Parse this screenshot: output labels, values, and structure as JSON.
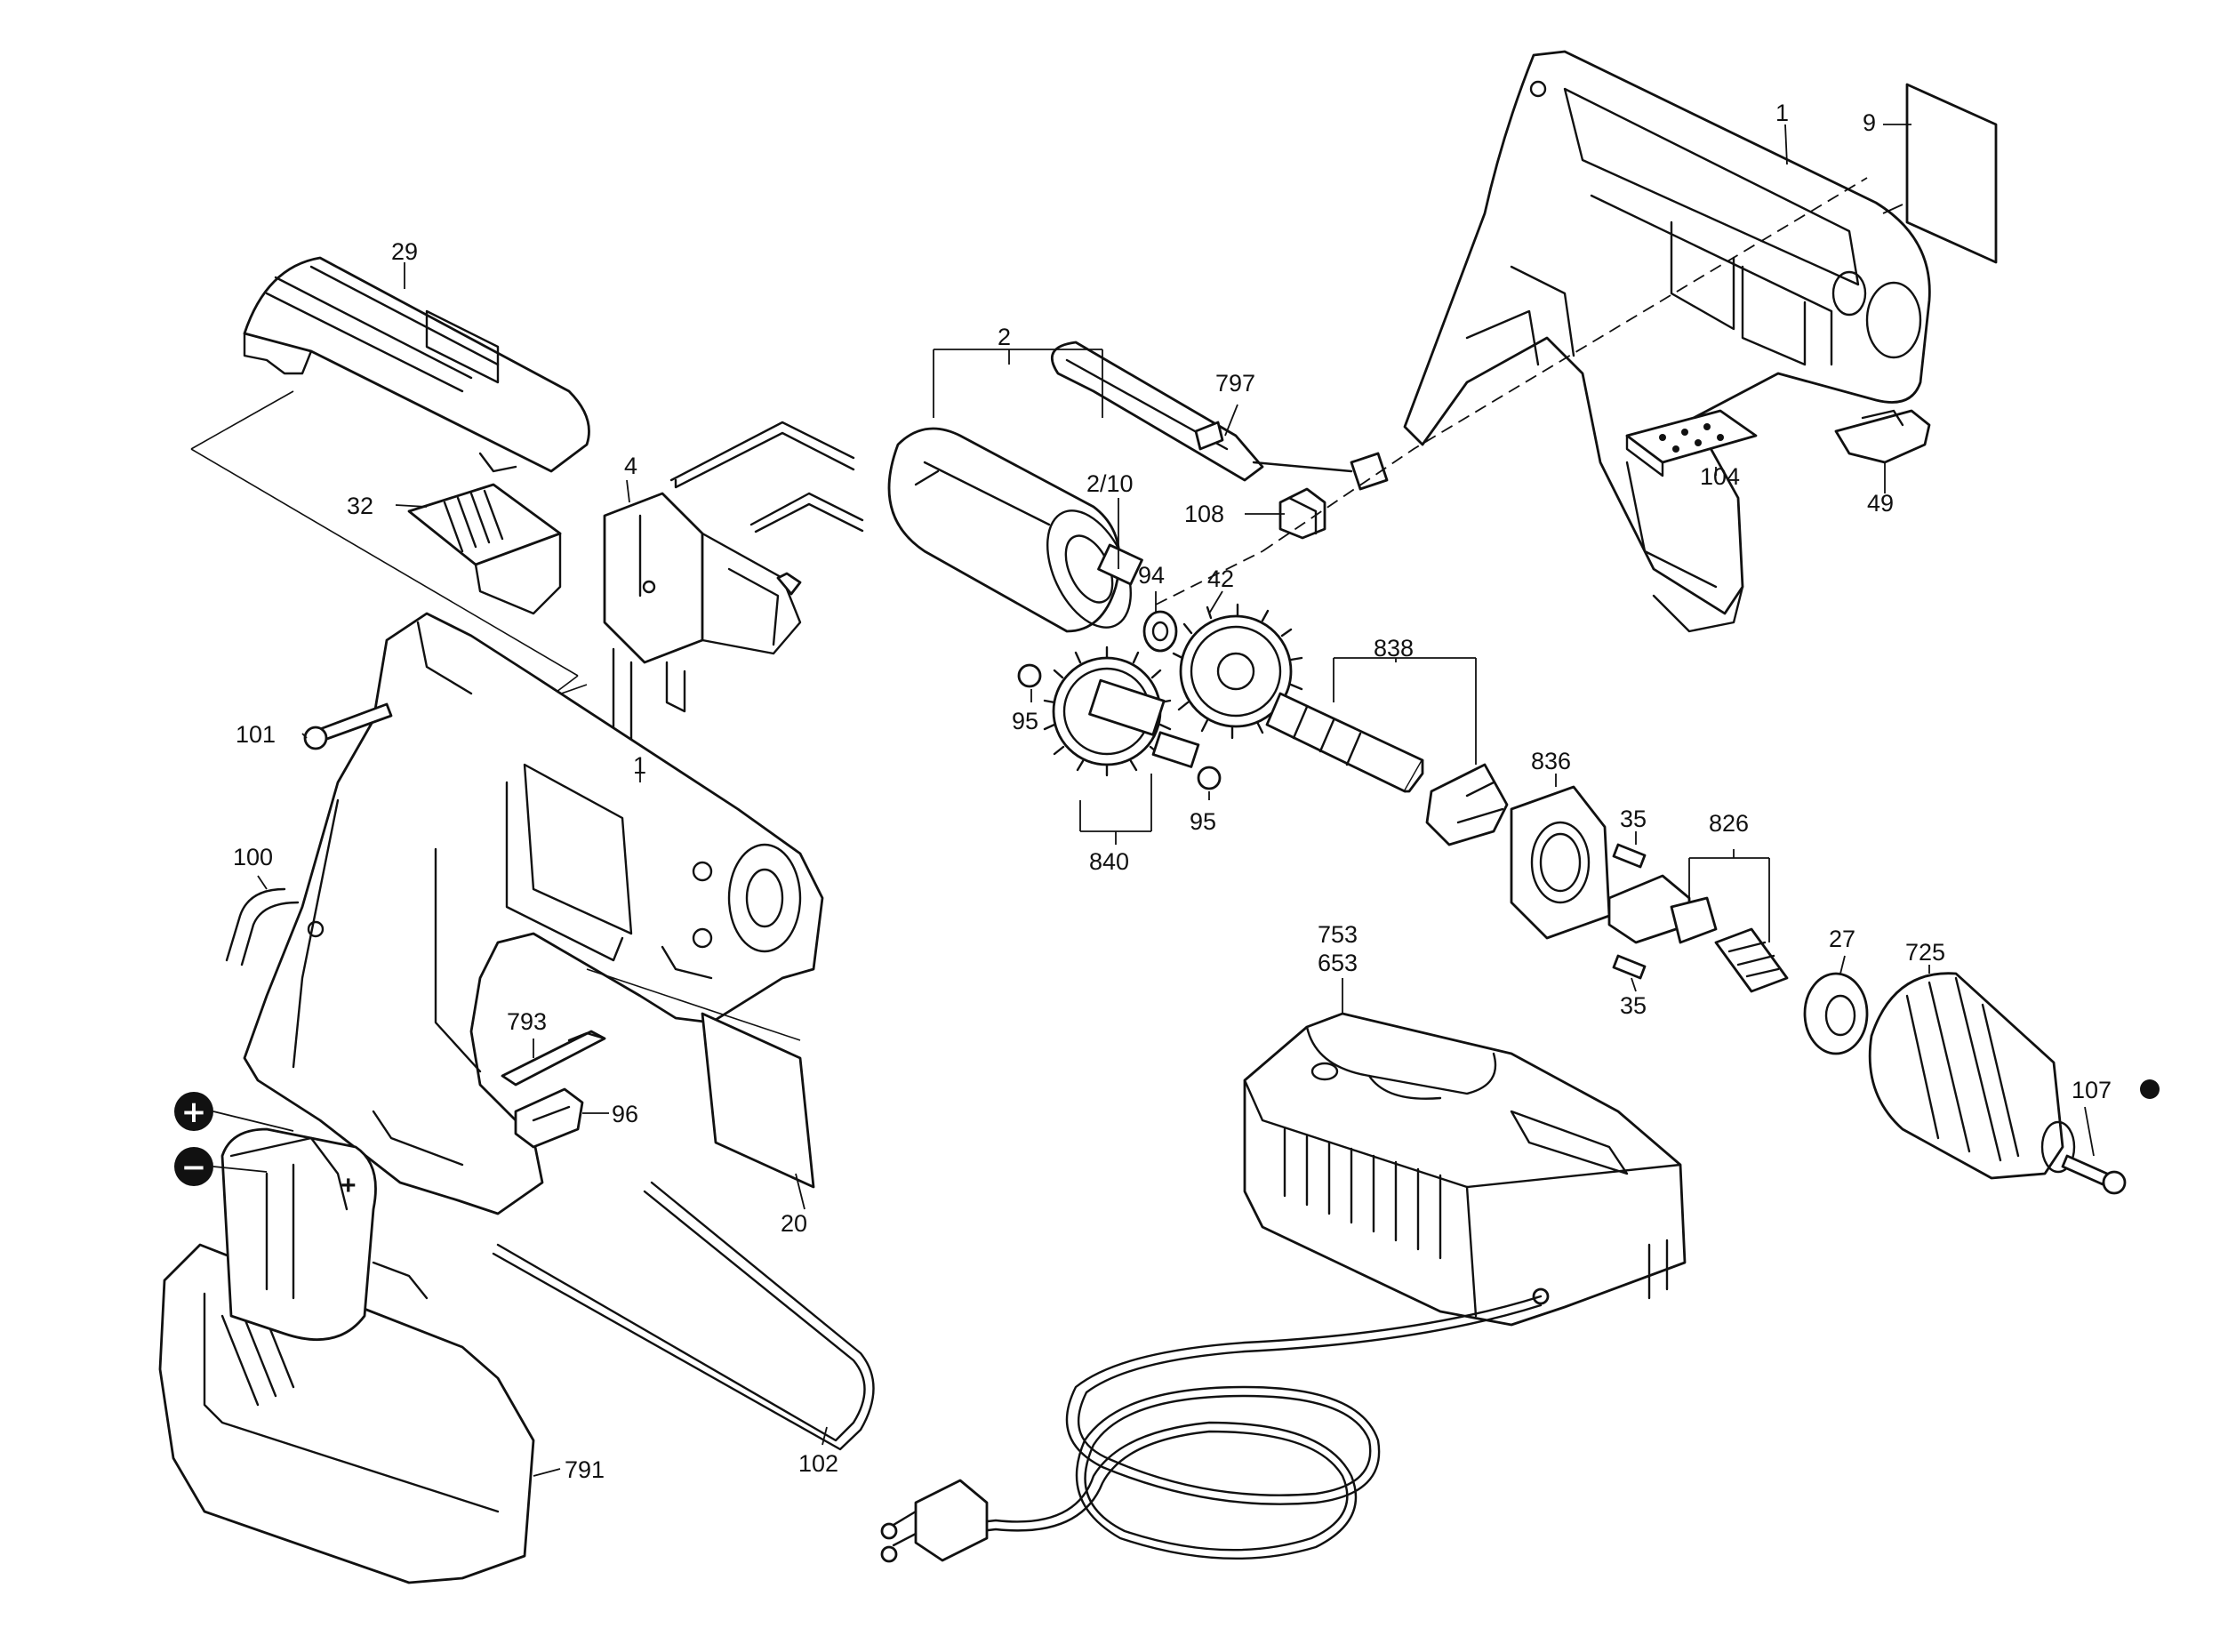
{
  "callouts": {
    "c1_top": "1",
    "c9": "9",
    "c29": "29",
    "c2": "2",
    "c797": "797",
    "c4": "4",
    "c32": "32",
    "c2_10": "2/10",
    "c108": "108",
    "c104": "104",
    "c49": "49",
    "c94": "94",
    "c42": "42",
    "c838": "838",
    "c101": "101",
    "c95_a": "95",
    "c95_b": "95",
    "c840": "840",
    "c1_mid": "1",
    "c836": "836",
    "c35_a": "35",
    "c35_b": "35",
    "c826": "826",
    "c100": "100",
    "c753": "753",
    "c653": "653",
    "c27": "27",
    "c725": "725",
    "c793": "793",
    "c96": "96",
    "c107": "107",
    "c20": "20",
    "c791": "791",
    "c102": "102"
  },
  "symbols": {
    "plus": "+",
    "minus": "−",
    "plus_terminal": "+"
  }
}
